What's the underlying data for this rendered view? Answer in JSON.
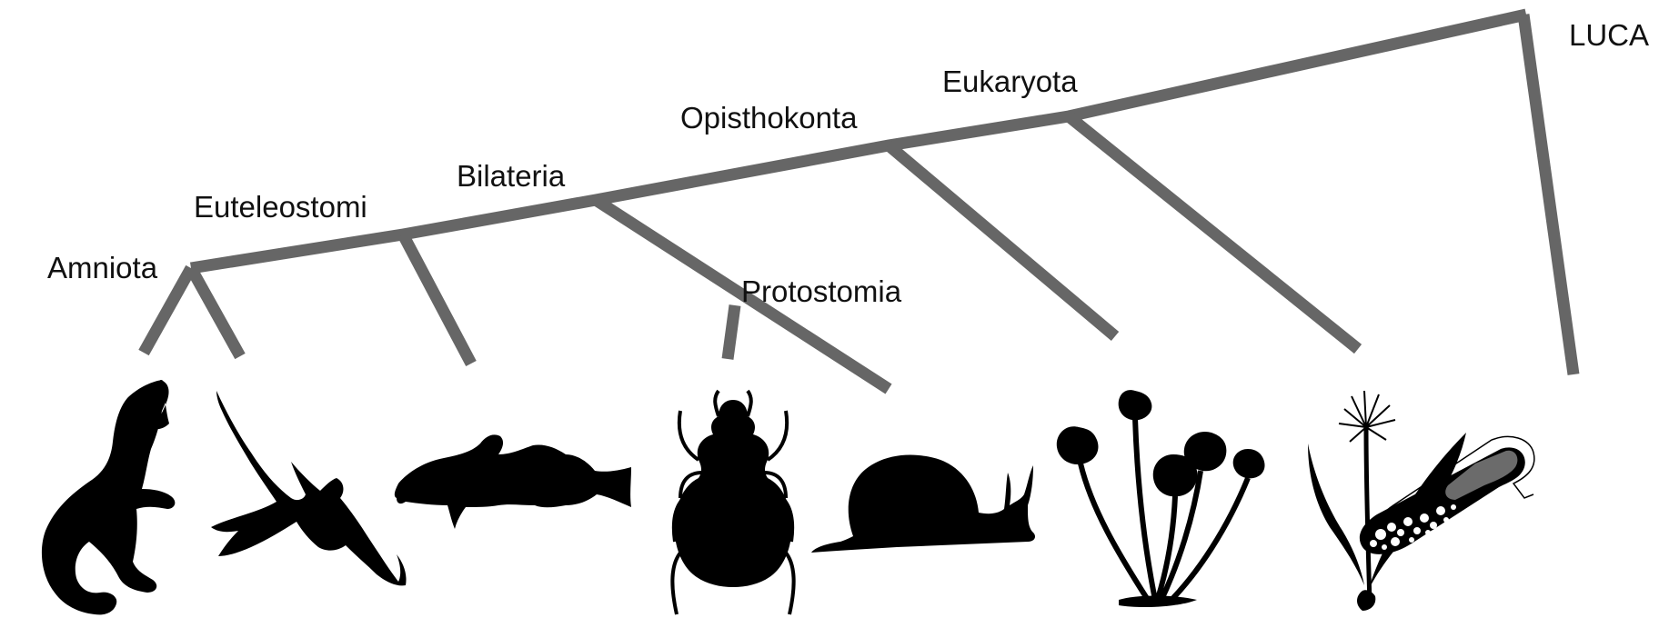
{
  "labels": {
    "luca": "LUCA",
    "eukaryota": "Eukaryota",
    "opisthokonta": "Opisthokonta",
    "bilateria": "Bilateria",
    "euteleostomi": "Euteleostomi",
    "amniota": "Amniota",
    "protostomia": "Protostomia"
  },
  "colors": {
    "branch": "#666666",
    "silhouette": "#000000"
  },
  "organisms": [
    "ferret-silhouette",
    "eagle-silhouette",
    "fish-silhouette",
    "beetle-silhouette",
    "snail-silhouette",
    "mushroom-silhouette",
    "lily-silhouette",
    "bacterium-illustration"
  ]
}
